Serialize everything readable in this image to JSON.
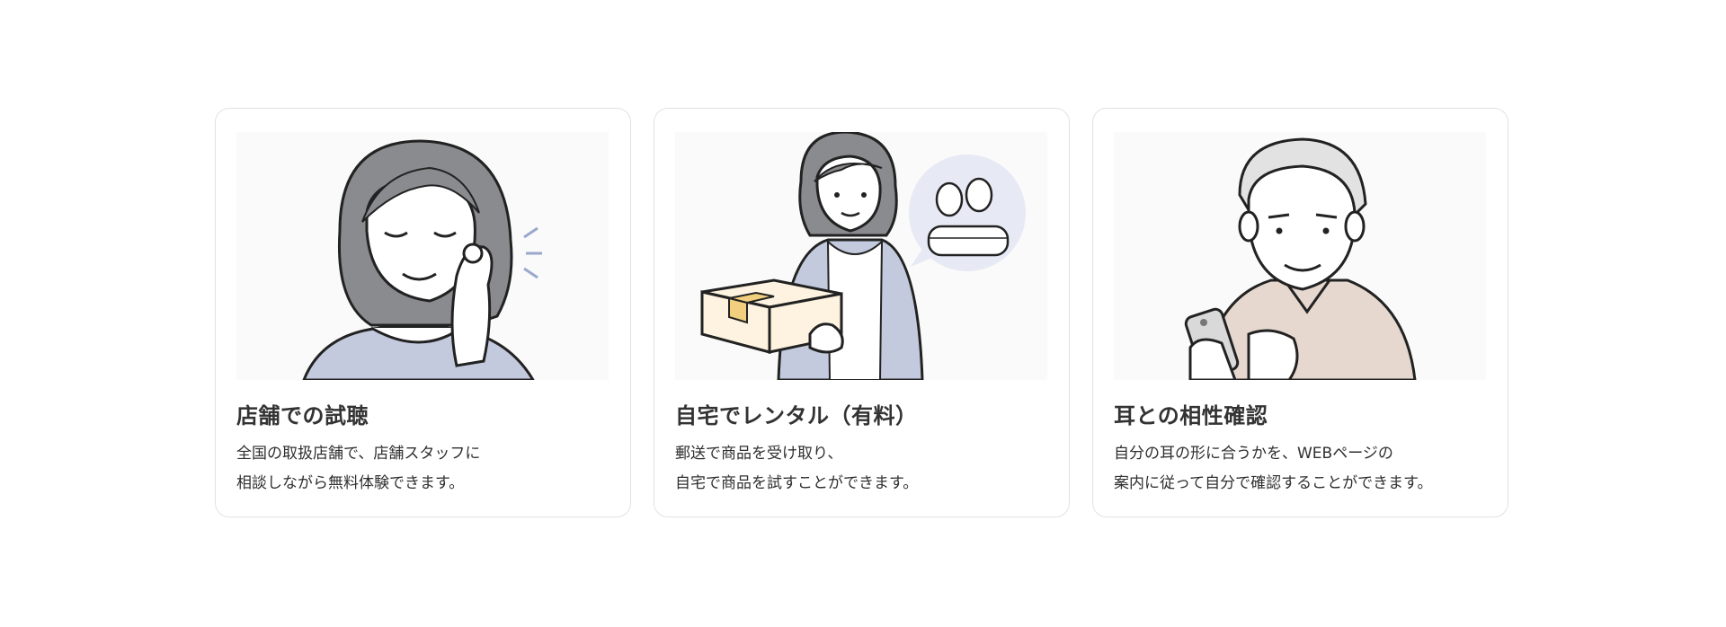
{
  "cards": [
    {
      "title": "店舗での試聴",
      "desc": [
        "全国の取扱店舗で、店舗スタッフに",
        "相談しながら無料体験できます。"
      ],
      "illustration": "woman-trying-hearing-aid"
    },
    {
      "title": "自宅でレンタル（有料）",
      "desc": [
        "郵送で商品を受け取り、",
        "自宅で商品を試すことができます。"
      ],
      "illustration": "woman-with-delivery-box"
    },
    {
      "title": "耳との相性確認",
      "desc": [
        "自分の耳の形に合うかを、WEBページの",
        "案内に従って自分で確認することができます。"
      ],
      "illustration": "man-with-smartphone"
    }
  ],
  "colors": {
    "hair_gray": "#8a8b8f",
    "cardigan_blue": "#c3cade",
    "box_cream": "#fdf3e0",
    "tape_yellow": "#f1cf7f",
    "shirt_beige": "#e6d8cf",
    "bubble_lavender": "#e7e9f4"
  }
}
